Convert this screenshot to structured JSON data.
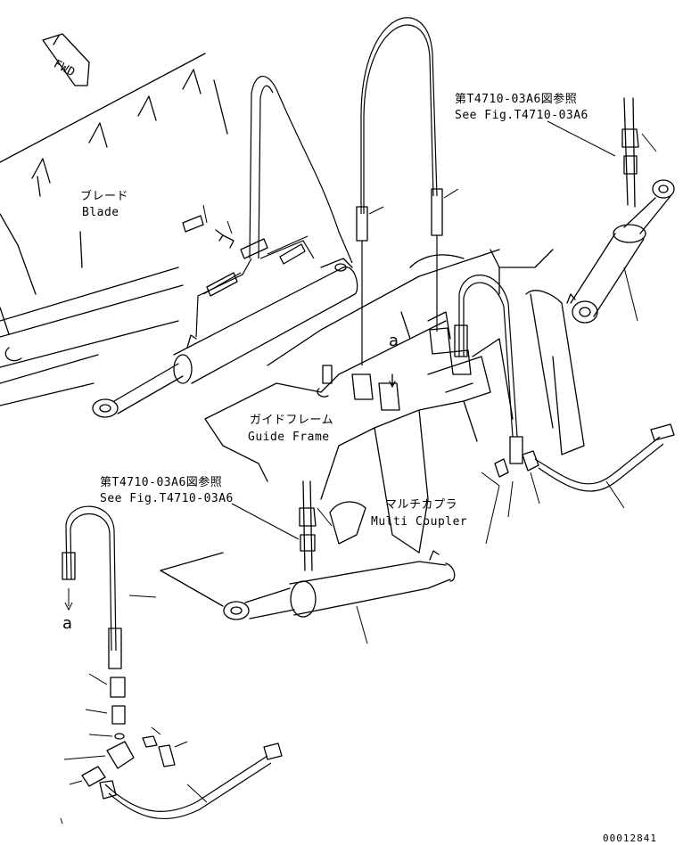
{
  "labels": {
    "fwd": "FWD",
    "blade_jp": "ブレード",
    "blade_en": "Blade",
    "ref_top_jp": "第T4710-03A6図参照",
    "ref_top_en": "See Fig.T4710-03A6",
    "guide_jp": "ガイドフレーム",
    "guide_en": "Guide Frame",
    "ref_left_jp": "第T4710-03A6図参照",
    "ref_left_en": "See Fig.T4710-03A6",
    "coupler_jp": "マルチカプラ",
    "coupler_en": "Multi Coupler",
    "arrow_a_top": "a",
    "arrow_a_left": "a",
    "drawing_no": "00012841"
  }
}
